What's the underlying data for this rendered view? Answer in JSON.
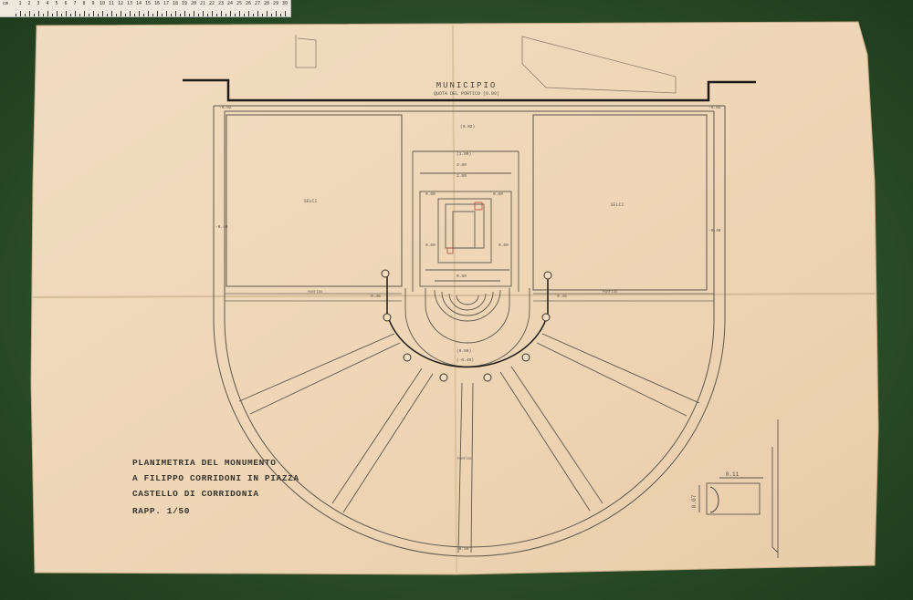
{
  "ruler": {
    "unit": "cm",
    "ticks": [
      "1",
      "2",
      "3",
      "4",
      "5",
      "6",
      "7",
      "8",
      "9",
      "10",
      "11",
      "12",
      "13",
      "14",
      "15",
      "16",
      "17",
      "18",
      "19",
      "20",
      "21",
      "22",
      "23",
      "24",
      "25",
      "26",
      "27",
      "28",
      "29",
      "30"
    ]
  },
  "drawing": {
    "municipio_label": "MUNICIPIO",
    "municipio_sub": "QUOTA DEL PORTICO (0.00)",
    "title_lines": [
      "PLANIMETRIA DEL MONUMENTO",
      "A FILIPPO CORRIDONI IN PIAZZA",
      "CASTELLO DI CORRIDONIA",
      "RAPP. 1/50"
    ],
    "area_left_label": "SELCI",
    "area_right_label": "SELCI",
    "band_left_label": "PORFIDO",
    "band_right_label": "PORFIDO",
    "spine_label": "PORFIDO",
    "detail_top_dim": "0.11",
    "detail_left_dim": "0.07",
    "dims": {
      "top_left_level": "-0.02",
      "top_right_level": "-0.02",
      "center_top": "(0.02)",
      "plinth_top": "(1.00)",
      "plinth_width": "3.80",
      "plinth_inner": "2.60",
      "side_a": "0.60",
      "side_b": "0.60",
      "side_c": "0.60",
      "side_d": "0.60",
      "left_outer": "-0.40",
      "right_outer": "-0.40",
      "inner_width": "0.50",
      "lower_mid": "(0.50)",
      "lower_mid2": "(-0.40)",
      "bottom_level": "-0.50",
      "band_mark_l": "0.45",
      "band_mark_r": "0.45"
    }
  }
}
